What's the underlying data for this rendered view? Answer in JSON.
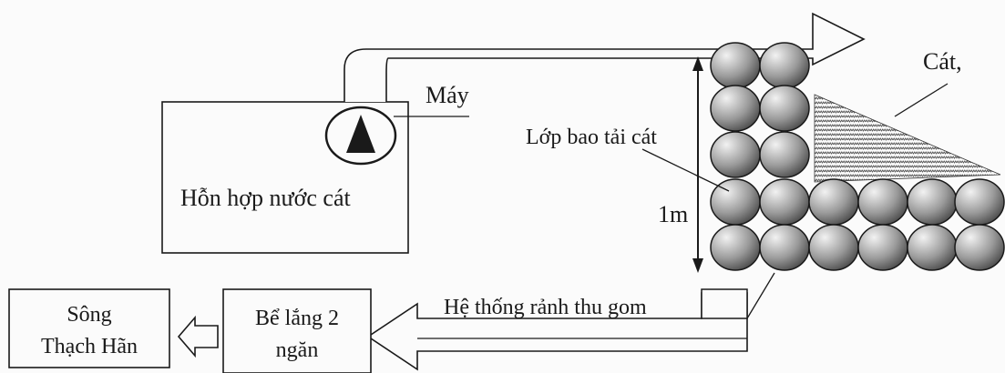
{
  "labels": {
    "mixture": "Hỗn hợp nước cát",
    "pump": "Máy",
    "sandbag_layer": "Lớp bao tải cát",
    "height": "1m",
    "sand": "Cát,",
    "drainage": "Hệ thống rảnh thu gom",
    "tank_line1": "Bể lắng 2",
    "tank_line2": "ngăn",
    "river_line1": "Sông",
    "river_line2": "Thạch Hãn"
  },
  "icons": {
    "pump": "pump-triangle-icon",
    "arrows": [
      "discharge-arrow-icon",
      "return-arrow-icon",
      "outflow-arrow-icon",
      "height-arrow-icon"
    ]
  },
  "colors": {
    "line": "#1a1a1a",
    "bag_light": "#f2f2f2",
    "bag_dark": "#3c3c3c",
    "sand": "#555555"
  }
}
